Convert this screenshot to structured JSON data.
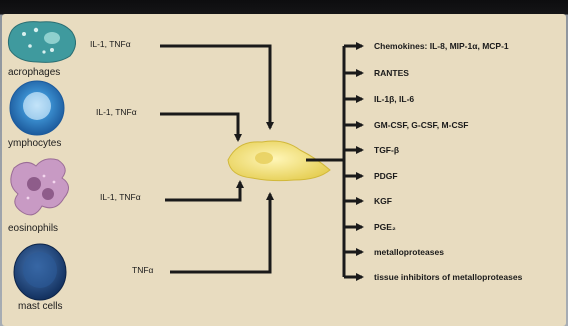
{
  "cells": [
    {
      "label": "acrophages",
      "cytokine": "IL-1, TNFα",
      "icon": "macrophage-icon"
    },
    {
      "label": "ymphocytes",
      "cytokine": "IL-1, TNFα",
      "icon": "lymphocyte-icon"
    },
    {
      "label": "eosinophils",
      "cytokine": "IL-1, TNFα",
      "icon": "eosinophil-icon"
    },
    {
      "label": "mast cells",
      "cytokine": "TNFα",
      "icon": "mast-cell-icon"
    }
  ],
  "target_cell_icon": "fibroblast-icon",
  "products": [
    "Chemokines: IL-8, MIP-1α, MCP-1",
    "RANTES",
    "IL-1β, IL-6",
    "GM-CSF, G-CSF, M-CSF",
    "TGF-β",
    "PDGF",
    "KGF",
    "PGE₂",
    "metalloproteases",
    "tissue inhibitors of metalloproteases"
  ],
  "colors": {
    "background": "#e8dcc0",
    "arrow": "#1a1a1a",
    "target_cell": "#f0df78",
    "macrophage": "#3f9a9e",
    "lymphocyte": "#3b8fd0",
    "eosinophil": "#c89ac4",
    "mast_cell": "#1f4a86"
  }
}
